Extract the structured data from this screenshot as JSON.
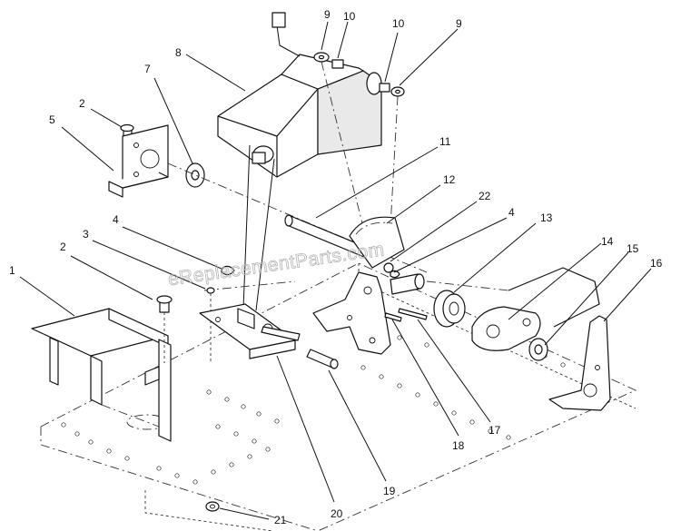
{
  "watermark": "eReplacementParts.com",
  "callouts": [
    {
      "id": "1",
      "text": "1"
    },
    {
      "id": "2a",
      "text": "2"
    },
    {
      "id": "2b",
      "text": "2"
    },
    {
      "id": "3",
      "text": "3"
    },
    {
      "id": "4a",
      "text": "4"
    },
    {
      "id": "4b",
      "text": "4"
    },
    {
      "id": "5",
      "text": "5"
    },
    {
      "id": "7",
      "text": "7"
    },
    {
      "id": "8",
      "text": "8"
    },
    {
      "id": "9a",
      "text": "9"
    },
    {
      "id": "9b",
      "text": "9"
    },
    {
      "id": "10a",
      "text": "10"
    },
    {
      "id": "10b",
      "text": "10"
    },
    {
      "id": "11",
      "text": "11"
    },
    {
      "id": "12",
      "text": "12"
    },
    {
      "id": "13",
      "text": "13"
    },
    {
      "id": "14",
      "text": "14"
    },
    {
      "id": "15",
      "text": "15"
    },
    {
      "id": "16",
      "text": "16"
    },
    {
      "id": "17",
      "text": "17"
    },
    {
      "id": "18",
      "text": "18"
    },
    {
      "id": "19",
      "text": "19"
    },
    {
      "id": "20",
      "text": "20"
    },
    {
      "id": "21",
      "text": "21"
    },
    {
      "id": "22",
      "text": "22"
    }
  ]
}
